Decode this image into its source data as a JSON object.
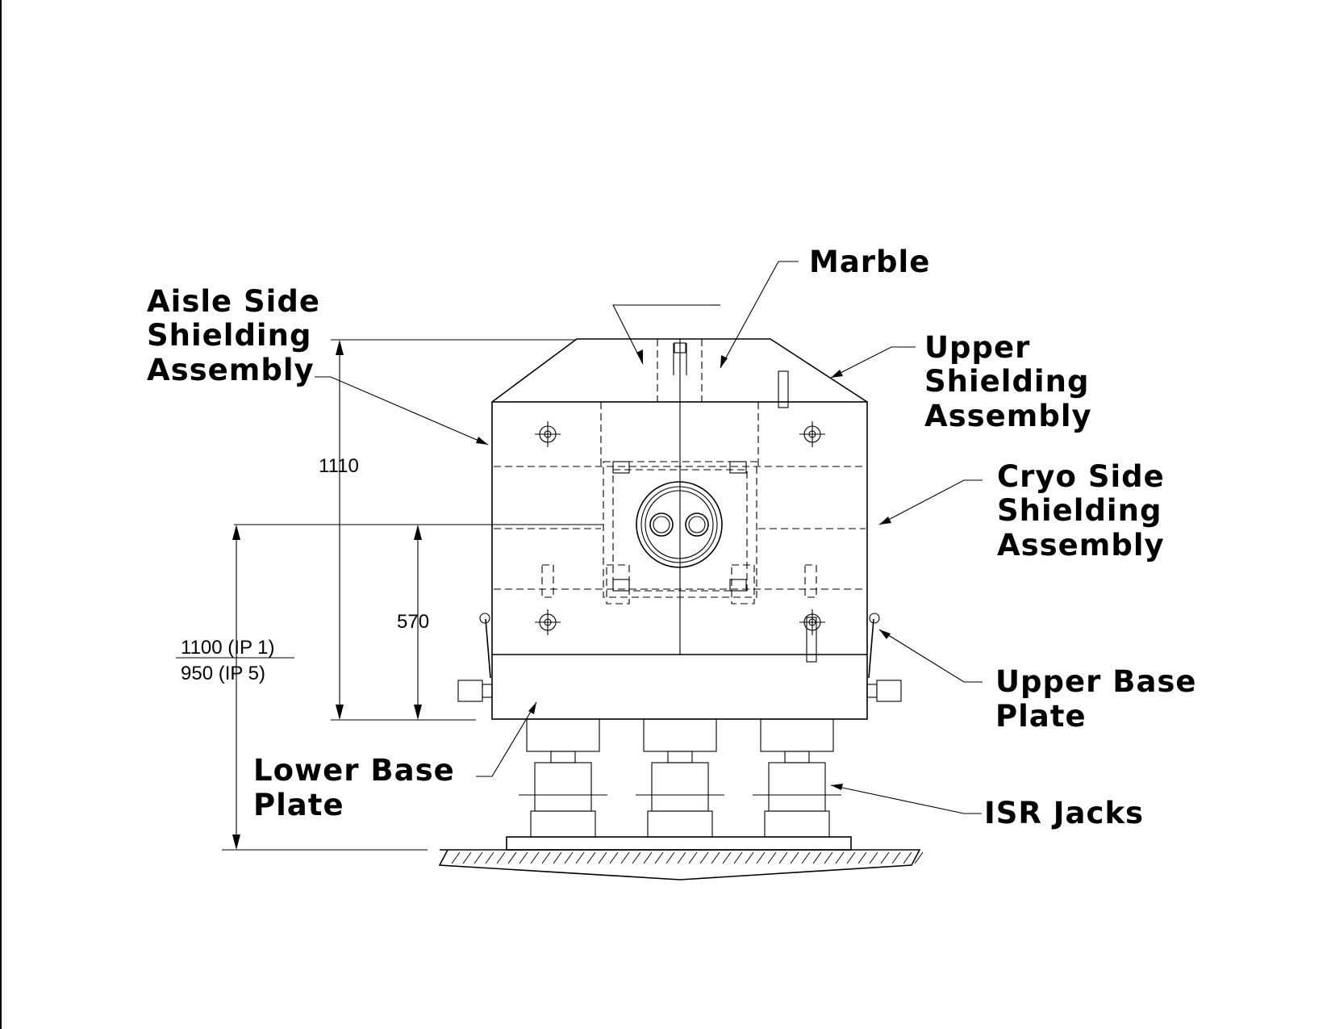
{
  "labels": {
    "marble": "Marble",
    "aisle_side": [
      "Aisle Side",
      "Shielding",
      "Assembly"
    ],
    "upper_shielding": [
      "Upper",
      "Shielding",
      "Assembly"
    ],
    "cryo_side": [
      "Cryo Side",
      "Shielding",
      "Assembly"
    ],
    "upper_base_plate": [
      "Upper Base",
      "Plate"
    ],
    "lower_base_plate": [
      "Lower Base",
      "Plate"
    ],
    "isr_jacks": "ISR Jacks"
  },
  "dimensions": {
    "total_height": "1110",
    "beam_height": "570",
    "floor_height_ip1": "1100 (IP 1)",
    "floor_height_ip5": "950 (IP 5)"
  }
}
